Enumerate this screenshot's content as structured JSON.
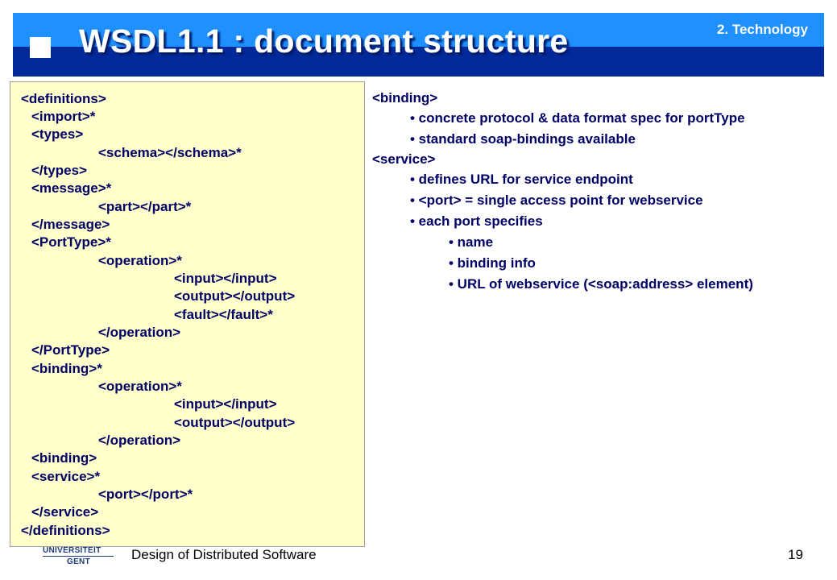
{
  "header": {
    "title": "WSDL1.1 : document structure",
    "section": "2. Technology"
  },
  "code_lines": [
    "<definitions>",
    "<import>*",
    "<types>",
    "<schema></schema>*",
    "</types>",
    "<message>*",
    "<part></part>*",
    "</message>",
    "<PortType>*",
    "<operation>*",
    "<input></input>",
    "<output></output>",
    "<fault></fault>*",
    "</operation>",
    "</PortType>",
    "<binding>*",
    "<operation>*",
    "<input></input>",
    "<output></output>",
    "</operation>",
    "<binding>",
    "<service>*",
    "<port></port>*",
    "</service>",
    "</definitions>"
  ],
  "right_lines": [
    "<binding>",
    "• concrete protocol & data format spec for portType",
    "• standard soap-bindings available",
    "<service>",
    "• defines URL for service endpoint",
    "• <port> = single access point for webservice",
    "• each port specifies",
    "• name",
    "• binding info",
    "• URL of webservice (<soap:address> element)"
  ],
  "footer": {
    "logo_line1": "UNIVERSITEIT",
    "logo_line2": "GENT",
    "course": "Design of Distributed Software",
    "page": "19"
  }
}
